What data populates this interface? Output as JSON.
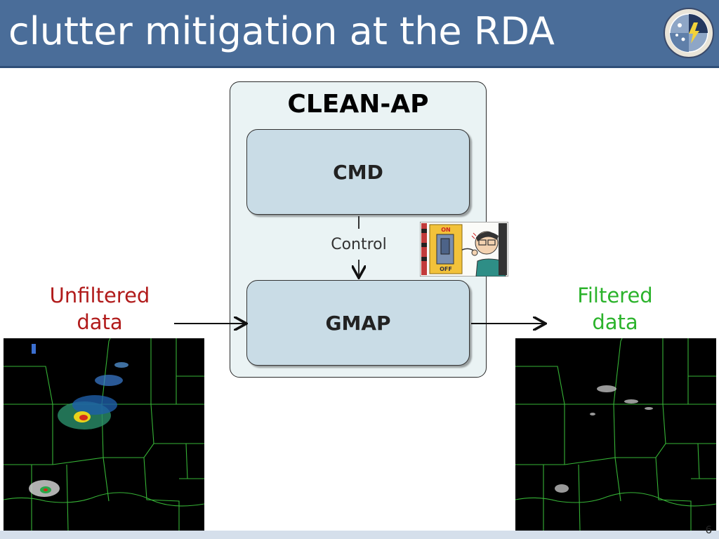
{
  "header": {
    "title": "clutter mitigation at the RDA",
    "logo": "national-severe-storms-laboratory-seal"
  },
  "diagram": {
    "container_title": "CLEAN-AP",
    "modules": {
      "cmd": "CMD",
      "gmap": "GMAP"
    },
    "control_label": "Control",
    "input_label_line1": "Unfiltered",
    "input_label_line2": "data",
    "output_label_line1": "Filtered",
    "output_label_line2": "data",
    "switch_on_text": "ON",
    "switch_off_text": "OFF"
  },
  "images": {
    "input": "radar-reflectivity-unfiltered",
    "output": "radar-reflectivity-filtered"
  },
  "colors": {
    "header": "#4a6d99",
    "unfiltered_label": "#b11b1b",
    "filtered_label": "#2bb32b",
    "module_fill": "#c9dce6",
    "container_fill": "#eaf3f4",
    "county_lines": "#36b336"
  },
  "footer": {
    "slide_number": "6"
  }
}
